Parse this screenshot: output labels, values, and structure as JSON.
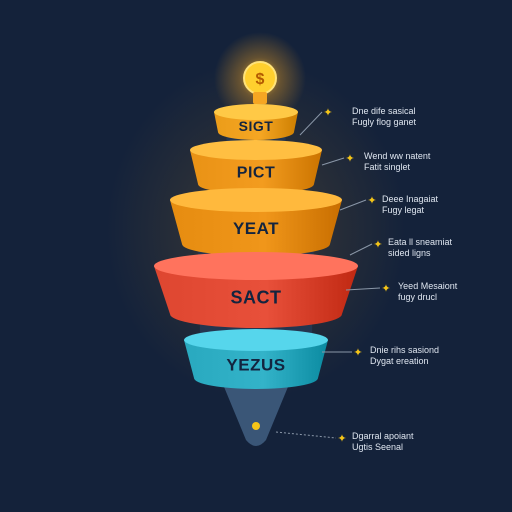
{
  "icon": {
    "name": "lightbulb-dollar-icon",
    "symbol": "$"
  },
  "tiers": [
    {
      "label": "SIGT",
      "color": "#f5a623"
    },
    {
      "label": "PICT",
      "color": "#f39c1f"
    },
    {
      "label": "YEAT",
      "color": "#f0961a"
    },
    {
      "label": "SACT",
      "color": "#e8503a"
    },
    {
      "label": "YEZUS",
      "color": "#33b3c9"
    }
  ],
  "annotations": [
    {
      "line1": "Dne dife sasical",
      "line2": "Fugly flog ganet"
    },
    {
      "line1": "Wend ww natent",
      "line2": "Fatit singlet"
    },
    {
      "line1": "Deee Inagaiat",
      "line2": "Fugy legat"
    },
    {
      "line1": "Eata ll sneamiat",
      "line2": "sided ligns"
    },
    {
      "line1": "Yeed Mesaiont",
      "line2": "fugy drucl"
    },
    {
      "line1": "Dnie rihs sasiond",
      "line2": "Dygat ereation"
    },
    {
      "line1": "Dgarral apoiant",
      "line2": "Ugtis Seenal"
    }
  ],
  "colors": {
    "background": "#14223a",
    "accent": "#f5c518",
    "connector": "#8a97a8",
    "tip": "#3a5677"
  }
}
